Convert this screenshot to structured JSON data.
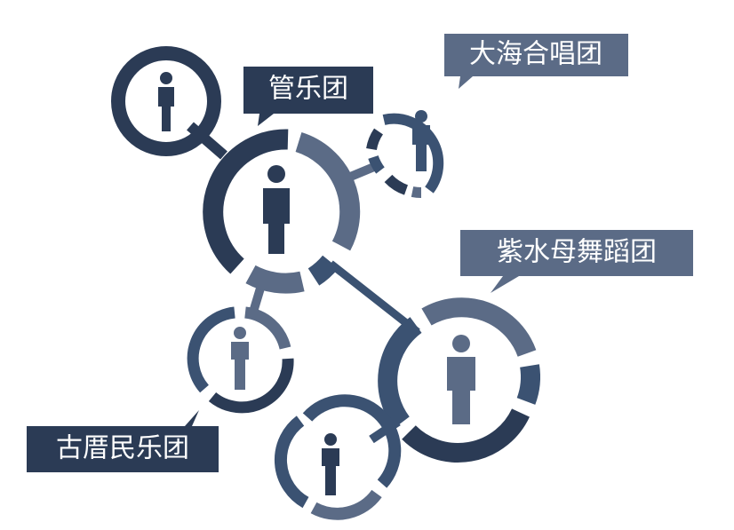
{
  "colors": {
    "dark": "#2b3b55",
    "medium": "#3b5272",
    "light": "#5b6b86",
    "white": "#ffffff"
  },
  "labels": {
    "brass": "管乐团",
    "choir": "大海合唱团",
    "dance": "紫水母舞蹈团",
    "folk": "古厝民乐团"
  },
  "icons": {
    "person": "person-icon"
  }
}
